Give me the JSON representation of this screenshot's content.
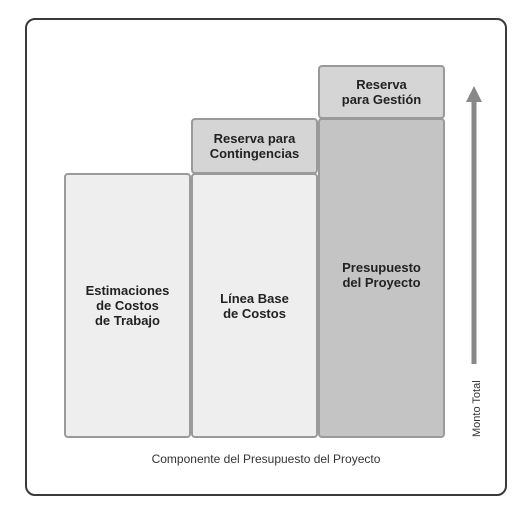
{
  "diagram": {
    "blocks": {
      "work_estimates": "Estimaciones\nde Costos\nde Trabajo",
      "contingency_reserve": "Reserva para\nContingencias",
      "cost_baseline": "Línea Base\nde Costos",
      "management_reserve": "Reserva\npara Gestión",
      "project_budget": "Presupuesto\ndel Proyecto"
    },
    "x_axis_label": "Componente del Presupuesto del Proyecto",
    "y_axis_label": "Monto Total",
    "colors": {
      "light": "#eeeeee",
      "medium": "#d5d5d5",
      "dark": "#c4c4c4",
      "arrow": "#888888"
    }
  }
}
